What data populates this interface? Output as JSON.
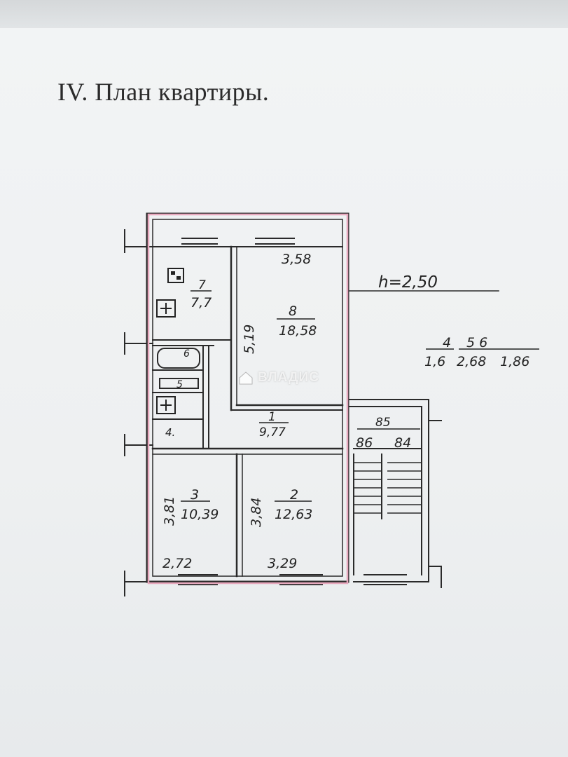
{
  "document": {
    "title": "IV. План квартиры."
  },
  "plan": {
    "ceiling_height": "h=2,50",
    "legend": {
      "col1_top": "4",
      "col1_bottom": "1,6",
      "col2_top": "5 6",
      "col2_bottom_a": "2,68",
      "col2_bottom_b": "1,86"
    },
    "rooms": {
      "r7_number": "7",
      "r7_area": "7,7",
      "r8_number": "8",
      "r8_area": "18,58",
      "r8_width": "3,58",
      "r8_length": "5,19",
      "r1_number": "1",
      "r1_area": "9,77",
      "r3_number": "3",
      "r3_area": "10,39",
      "r3_length": "3,81",
      "r3_width": "2,72",
      "r2_number": "2",
      "r2_area": "12,63",
      "r2_length": "3,84",
      "r2_width": "3,29",
      "r4_number": "4.",
      "r5_number": "5",
      "r6_number": "6"
    },
    "stair_labels": {
      "top": "85",
      "left": "86",
      "right": "84"
    }
  },
  "watermark": {
    "text": "ВЛАДИС"
  }
}
